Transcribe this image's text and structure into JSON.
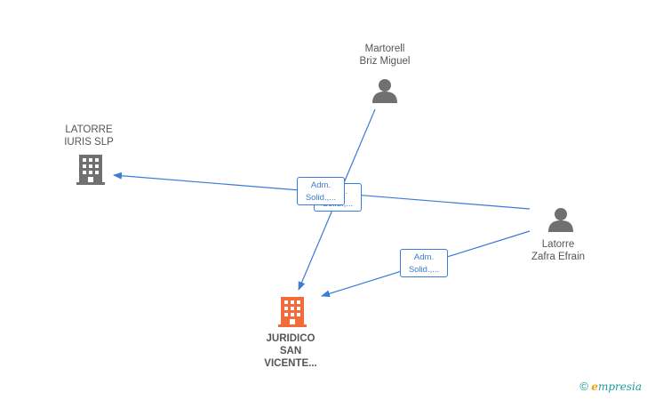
{
  "nodes": {
    "latorre_iuris": {
      "line1": "LATORRE",
      "line2": "IURIS  SLP"
    },
    "martorell": {
      "line1": "Martorell",
      "line2": "Briz Miguel"
    },
    "latorre_zafra": {
      "line1": "Latorre",
      "line2": "Zafra Efrain"
    },
    "juridico": {
      "line1": "JURIDICO",
      "line2": "SAN",
      "line3": "VICENTE..."
    }
  },
  "relations": {
    "r1": {
      "line1": "Adm.",
      "line2": "Solid.,..."
    },
    "r2": {
      "line1": "Adm.",
      "line2": "Solid.,..."
    },
    "r3": {
      "line1": "Adm.",
      "line2": "Solid.,..."
    }
  },
  "footer": {
    "copyright_symbol": "©",
    "brand_e": "e",
    "brand_rest": "mpresia"
  },
  "colors": {
    "edge": "#3a7bd5",
    "company_focus": "#f26b3a",
    "company": "#707070",
    "person": "#707070"
  }
}
